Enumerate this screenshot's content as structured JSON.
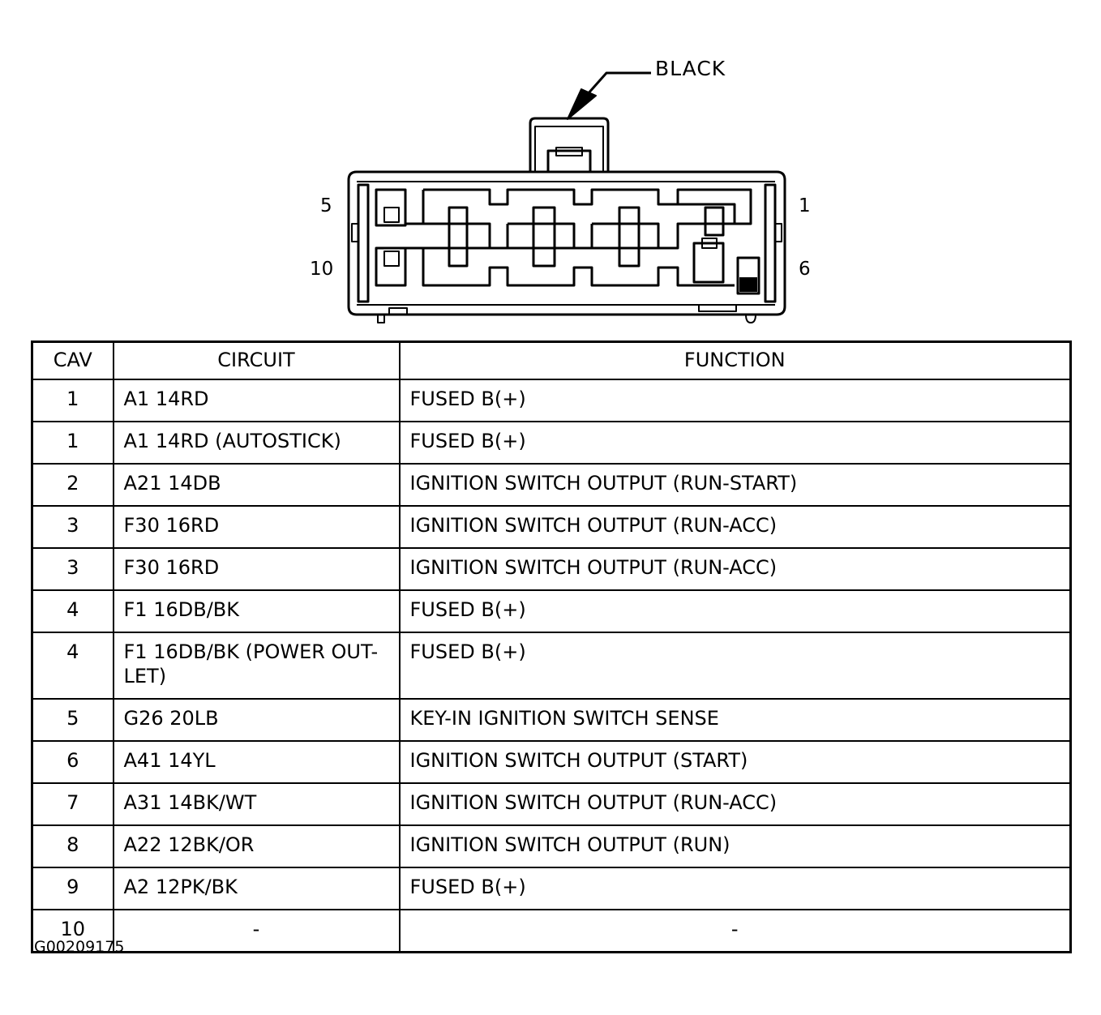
{
  "diagram": {
    "callout": "BLACK",
    "pin_labels": {
      "top_left": "5",
      "bottom_left": "10",
      "top_right": "1",
      "bottom_right": "6"
    }
  },
  "table": {
    "headers": {
      "cav": "CAV",
      "circuit": "CIRCUIT",
      "function": "FUNCTION"
    },
    "rows": [
      {
        "cav": "1",
        "circuit": "A1 14RD",
        "function": "FUSED B(+)"
      },
      {
        "cav": "1",
        "circuit": "A1 14RD (AUTOSTICK)",
        "function": "FUSED B(+)"
      },
      {
        "cav": "2",
        "circuit": "A21 14DB",
        "function": "IGNITION SWITCH OUTPUT (RUN-START)"
      },
      {
        "cav": "3",
        "circuit": "F30 16RD",
        "function": "IGNITION SWITCH OUTPUT (RUN-ACC)"
      },
      {
        "cav": "3",
        "circuit": "F30 16RD",
        "function": "IGNITION SWITCH OUTPUT (RUN-ACC)"
      },
      {
        "cav": "4",
        "circuit": "F1 16DB/BK",
        "function": "FUSED B(+)"
      },
      {
        "cav": "4",
        "circuit": "F1 16DB/BK (POWER OUT-LET)",
        "function": "FUSED B(+)"
      },
      {
        "cav": "5",
        "circuit": "G26 20LB",
        "function": "KEY-IN IGNITION SWITCH SENSE"
      },
      {
        "cav": "6",
        "circuit": "A41 14YL",
        "function": "IGNITION SWITCH OUTPUT (START)"
      },
      {
        "cav": "7",
        "circuit": "A31 14BK/WT",
        "function": "IGNITION SWITCH OUTPUT (RUN-ACC)"
      },
      {
        "cav": "8",
        "circuit": "A22 12BK/OR",
        "function": "IGNITION SWITCH OUTPUT (RUN)"
      },
      {
        "cav": "9",
        "circuit": "A2 12PK/BK",
        "function": "FUSED B(+)"
      },
      {
        "cav": "10",
        "circuit": "-",
        "function": "-"
      }
    ]
  },
  "figure_id": "G00209175"
}
